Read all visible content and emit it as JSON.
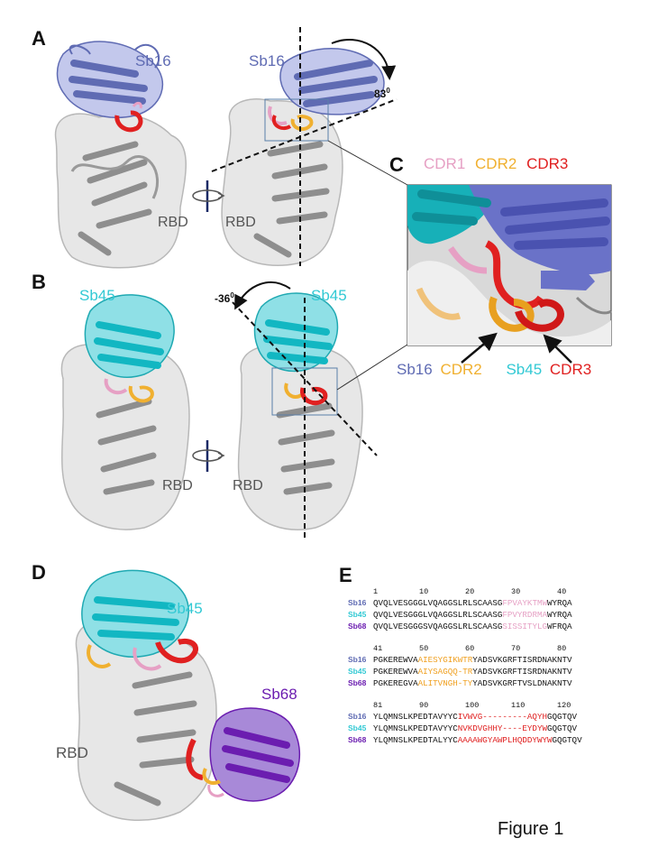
{
  "panels": {
    "A": "A",
    "B": "B",
    "C": "C",
    "D": "D",
    "E": "E"
  },
  "labels": {
    "sb16": "Sb16",
    "sb45": "Sb45",
    "sb68": "Sb68",
    "rbd": "RBD",
    "angle_a": "83",
    "angle_b": "-36",
    "degree": "0"
  },
  "legend_c": {
    "cdr1": "CDR1",
    "cdr2": "CDR2",
    "cdr3": "CDR3",
    "bottom_sb16": "Sb16",
    "bottom_cdr2": "CDR2",
    "bottom_sb45": "Sb45",
    "bottom_cdr3": "CDR3"
  },
  "colors": {
    "sb16": "#5f6bb3",
    "sb45": "#32c9d4",
    "sb68": "#6b1db0",
    "cdr1": "#e6a0c4",
    "cdr2": "#f0b030",
    "cdr3": "#e02020",
    "rbd": "#9a9a9a"
  },
  "alignment": {
    "blocks": [
      {
        "numbers": "1         10        20        30        40",
        "rows": [
          {
            "name": "Sb16",
            "pre": "QVQLVESGGGLVQAGGSLRLSCAASG",
            "cdr": "FPVAYKTMW",
            "post": "WYRQA"
          },
          {
            "name": "Sb45",
            "pre": "QVQLVESGGGLVQAGGSLRLSCAASG",
            "cdr": "FPVYRDRMA",
            "post": "WYRQA"
          },
          {
            "name": "Sb68",
            "pre": "QVQLVESGGGSVQAGGSLRLSCAASG",
            "cdr": "SISSITYLG",
            "post": "WFRQA"
          }
        ]
      },
      {
        "numbers": "41        50        60        70        80",
        "rows": [
          {
            "name": "Sb16",
            "pre": "PGKEREWVA",
            "cdr": "AIESYGIKWTR",
            "post": "YADSVKGRFTISRDNAKNTV"
          },
          {
            "name": "Sb45",
            "pre": "PGKEREWVA",
            "cdr": "AIYSAGQQ-TR",
            "post": "YADSVKGRFTISRDNAKNTV"
          },
          {
            "name": "Sb68",
            "pre": "PGKEREGVA",
            "cdr": "ALITVNGH-TY",
            "post": "YADSVKGRFTVSLDNAKNTV"
          }
        ]
      },
      {
        "numbers": "81        90        100       110       120",
        "rows": [
          {
            "name": "Sb16",
            "pre": "YLQMNSLKPEDTAVYYC",
            "cdr": "IVWVG---------AQYH",
            "post": "GQGTQV"
          },
          {
            "name": "Sb45",
            "pre": "YLQMNSLKPEDTAVYYC",
            "cdr": "NVKDVGHHY----EYDYW",
            "post": "GQGTQV"
          },
          {
            "name": "Sb68",
            "pre": "YLQMNSLKPEDTALYYC",
            "cdr": "AAAAWGYAWPLHQDDYWYW",
            "post": "GQGTQV"
          }
        ]
      }
    ]
  },
  "caption": "Figure 1"
}
